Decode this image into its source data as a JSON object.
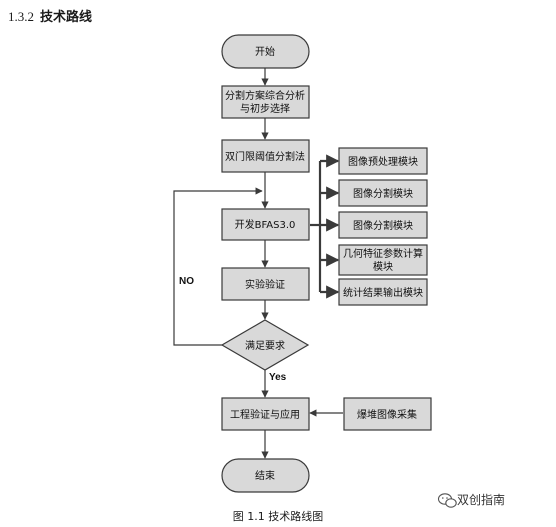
{
  "heading": {
    "number": "1.3.2",
    "title": "技术路线"
  },
  "nodes": {
    "start": "开始",
    "scheme": [
      "分割方案综合分析",
      "与初步选择"
    ],
    "threshold": "双门限阈值分割法",
    "develop": "开发BFAS3.0",
    "verify": "实验验证",
    "decision": "满足要求",
    "engineering": "工程验证与应用",
    "end": "结束",
    "module1": "图像预处理模块",
    "module2": "图像分割模块",
    "module3": "图像分割模块",
    "module4": [
      "几何特征参数计算",
      "模块"
    ],
    "module5": "统计结果输出模块",
    "capture": "爆堆图像采集"
  },
  "edges": {
    "no": "NO",
    "yes": "Yes"
  },
  "caption": "图 1.1  技术路线图",
  "watermark": "双创指南",
  "colors": {
    "fill": "#d9d9d9",
    "stroke": "#3a3a3a"
  }
}
